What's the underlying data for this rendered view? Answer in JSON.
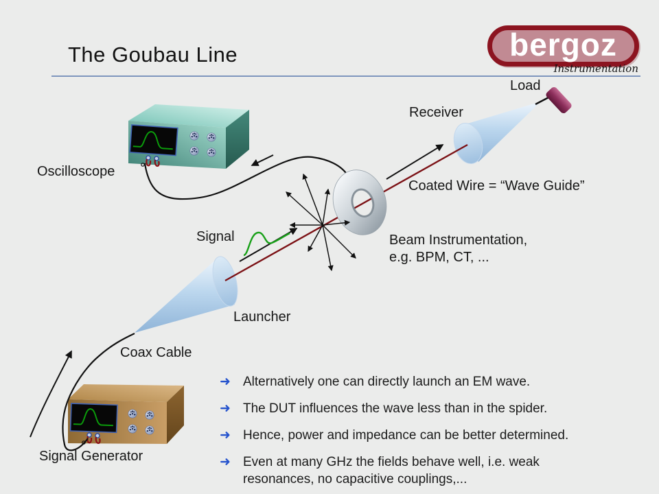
{
  "slide": {
    "title": "The Goubau Line",
    "logo": {
      "text": "bergoz",
      "subtext": "Instrumentation"
    },
    "diagram_labels": {
      "oscilloscope": "Oscilloscope",
      "receiver": "Receiver",
      "load": "Load",
      "coated_wire": "Coated Wire = “Wave Guide”",
      "signal": "Signal",
      "beam_instrumentation": "Beam Instrumentation,\ne.g. BPM, CT, ...",
      "launcher": "Launcher",
      "coax_cable": "Coax Cable",
      "signal_generator": "Signal Generator"
    },
    "bullet_icon": "➜",
    "bullets": [
      "Alternatively one can directly launch an EM wave.",
      "The DUT influences the wave less than in the spider.",
      "Hence, power and impedance can be better determined.",
      "Even at many GHz the fields behave well, i.e. weak resonances, no capacitive couplings,..."
    ],
    "colors": {
      "background": "#ebeceb",
      "title_rule": "#7e95bd",
      "logo_border": "#8c1420",
      "logo_fill": "#c18a93",
      "wire_red": "#7c1216",
      "bullet_arrow_blue": "#2553cd",
      "oscilloscope_teal": "#5aa698",
      "generator_tan": "#b08a52",
      "cone_blue": "#aecbe7",
      "load_plum": "#8d2f5c",
      "signal_green": "#18a018"
    }
  }
}
